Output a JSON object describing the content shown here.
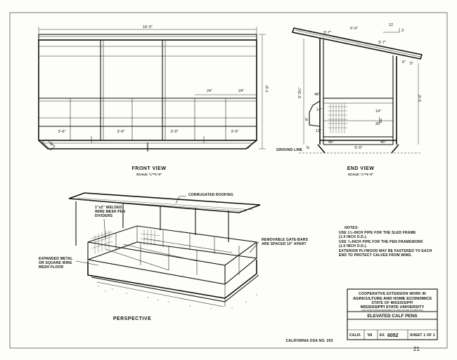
{
  "front_view": {
    "title": "FRONT VIEW",
    "scale": "SCALE: ¼\"=1'-0\"",
    "dims": {
      "overall_length": "16'-0\"",
      "height": "7'-9\"",
      "bay1": "3'-6\"",
      "bay2": "3'-6\"",
      "bay3": "3'-0\"",
      "bay4": "3'-6\"",
      "gate1": "24\"",
      "gate2": "24\"",
      "skid": "6\""
    }
  },
  "end_view": {
    "title": "END VIEW",
    "scale": "SCALE: ¼\"=1'-0\"",
    "dims": {
      "roof_run": "6'-0\"",
      "rafter_a": "3'-7\"",
      "rafter_b": "3'-7\"",
      "rear_height": "6'-3¼\"",
      "front_height": "5'-6\"",
      "overhang_a": "6\"",
      "overhang_b": "5\"",
      "slope": "12",
      "slope_rise": "3",
      "panel": "48\"",
      "d14a": "14\"",
      "d14b": "14\"",
      "d32": "32\"",
      "d30": "30\"",
      "d8": "8\"",
      "d12": "12\"",
      "d6": "6\"",
      "angle_a": "45°",
      "angle_b": "45°",
      "base": "5'-0\"",
      "ground": "GROUND LINE"
    }
  },
  "perspective": {
    "title": "PERSPECTIVE",
    "callouts": {
      "roofing": "CORRUGATED ROOFING",
      "dividers_1": "1\"x2\" WELDED",
      "dividers_2": "WIRE MESH PEN",
      "dividers_3": "DIVIDERS",
      "gate_1": "REMOVABLE GATE-BARS",
      "gate_2": "ARE SPACED 10\" APART",
      "floor_1": "EXPANDED METAL",
      "floor_2": "OR SQUARE WIRE",
      "floor_3": "MESH FLOOR"
    }
  },
  "notes": {
    "heading": "NOTES:",
    "lines": [
      "USE 1½-INCH PIPE FOR THE SLED FRAME",
      "(1.9 INCH O.D.).",
      "USE ¾-INCH PIPE FOR THE PEN FRAMEWORK",
      "(1.0 INCH O.D.).",
      "EXTERIOR PLYWOOD MAY BE FASTENED TO EACH",
      "END TO PROTECT CALVES FROM WIND."
    ]
  },
  "title_block": {
    "line1": "COOPERATIVE EXTENSION WORK IN",
    "line2": "AGRICULTURE AND HOME ECONOMICS",
    "line3": "STATE OF MISSISSIPPI",
    "line4": "MISSISSIPPI STATE UNIVERSITY",
    "line5": "AND UNITED STATES DEPARTMENT OF AGRICULTURE COOPERATING",
    "title": "ELEVATED CALF PENS",
    "calif_label": "CALIF.",
    "year": "'68",
    "ex_label": "EX",
    "ex_number": "6052",
    "sheet": "SHEET 1 OF 1"
  },
  "plan_ref": "CALIFORNIA OSA NO. 203",
  "page_number": "21"
}
